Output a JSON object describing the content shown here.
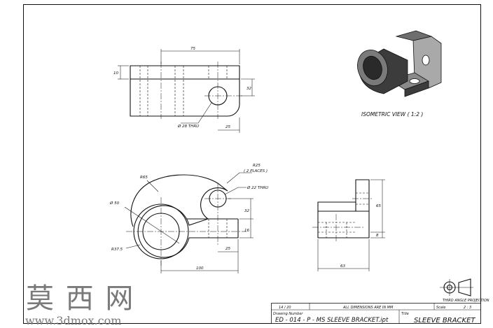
{
  "top_view": {
    "length": "75",
    "thickness": "10",
    "offset": "32",
    "edge": "25",
    "hole": "Ø 28 THRU"
  },
  "isometric": {
    "caption": "ISOMETRIC VIEW ( 1:2 )"
  },
  "front_view": {
    "radius_ears": "R25",
    "radius_ears_note": "( 2 PLACES )",
    "radius_large": "R65",
    "hole_small": "Ø 22 THRU",
    "bore": "Ø 50",
    "radius_boss": "R37.5",
    "offset": "32",
    "thickness": "16",
    "edge": "25",
    "length": "100"
  },
  "side_view": {
    "height": "65",
    "step": "8",
    "width": "63"
  },
  "projection": {
    "label": "THIRD ANGLE PROJECTION"
  },
  "title_block": {
    "sheet": "14 / 20",
    "note": "ALL DIMENSIONS ARE IN MM",
    "scale_label": "Scale",
    "scale_value": "2 : 3",
    "drawing_number_label": "Drawing Number",
    "drawing_number": "ED - 014 - P - MS SLEEVE BRACKET.ipt",
    "title_label": "Title",
    "title": "SLEEVE BRACKET"
  },
  "watermark": {
    "chars": "莫 西 网",
    "url": "www.3dmox.com"
  },
  "colors": {
    "line": "#111111",
    "shade_dark": "#3c3c3c",
    "shade_mid": "#6e6e6e",
    "shade_light": "#a9a9a9",
    "watermark": "#7a7a7a"
  }
}
